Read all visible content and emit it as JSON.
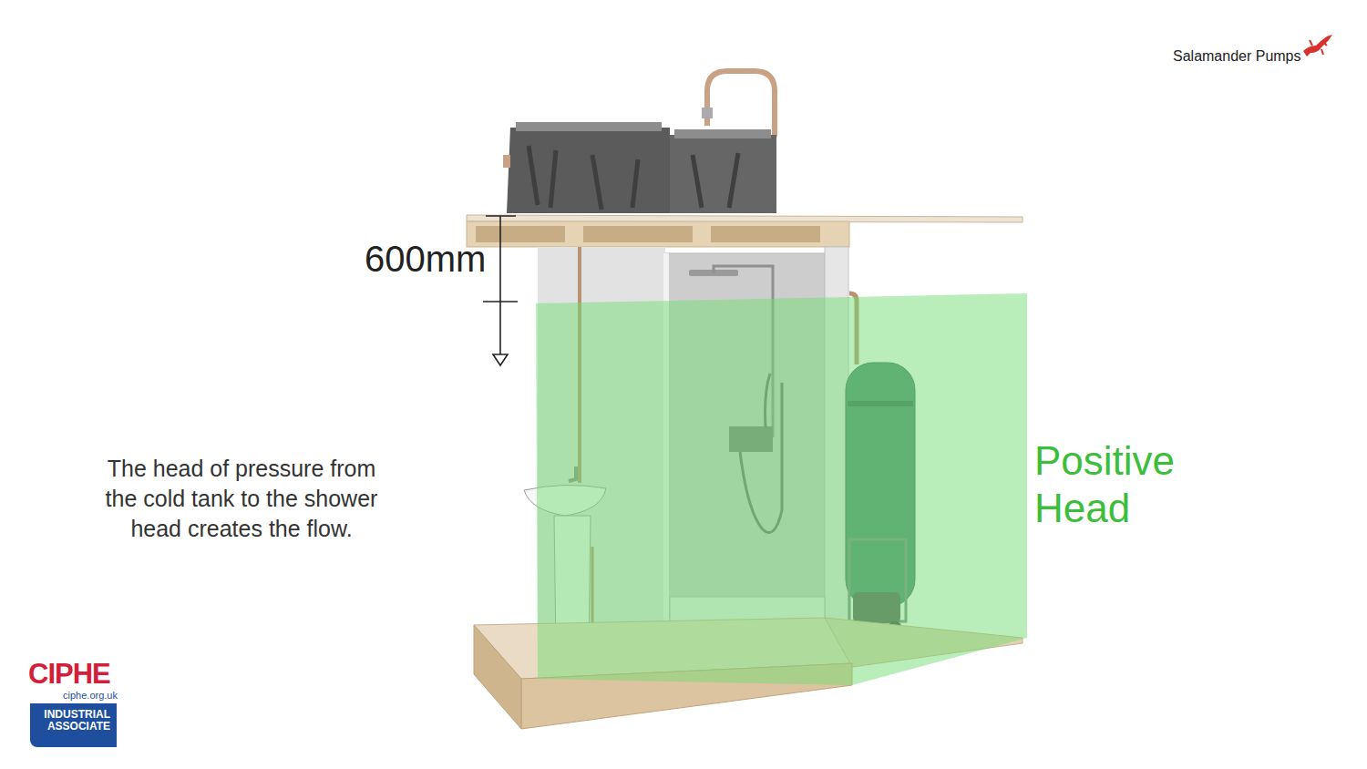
{
  "diagram": {
    "nodes": [
      {
        "text": [
          "Positive Head"
        ]
      },
      {
        "text": [
          "INDUSTRIAL ASSOCIATE"
        ]
      }
    ],
    "labels": [
      "Salamander Pumps",
      "600mm",
      "The head of pressure from the cold tank to the shower head creates the flow.",
      "CIPHE",
      "ciphe.org.uk"
    ]
  }
}
